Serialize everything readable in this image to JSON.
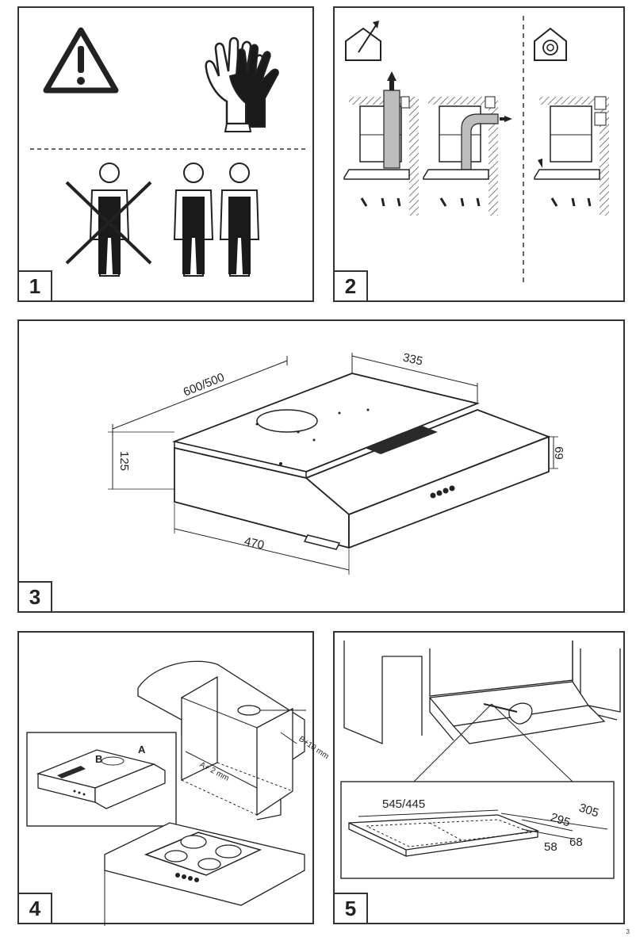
{
  "panels": [
    {
      "number": "1"
    },
    {
      "number": "2"
    },
    {
      "number": "3"
    },
    {
      "number": "4"
    },
    {
      "number": "5"
    }
  ],
  "panel3": {
    "width_label": "600/500",
    "depth_label": "335",
    "height_label": "125",
    "front_height_label": "69",
    "front_depth_label": "470"
  },
  "panel4": {
    "label_a": "A",
    "label_b": "B",
    "dim_a": "A+ 2 mm",
    "dim_b": "B+10 mm"
  },
  "panel5": {
    "width_label": "545/445",
    "d1": "305",
    "d2": "295",
    "d3": "68",
    "d4": "58"
  },
  "page_mark": "3",
  "colors": {
    "line": "#333333",
    "fill_dark": "#1a1a1a",
    "fill_grey": "#bdbdbd",
    "hatch": "#555555"
  },
  "icons": [
    "warning-triangle-icon",
    "gloves-icon",
    "external-exhaust-icon",
    "recirculation-icon"
  ]
}
